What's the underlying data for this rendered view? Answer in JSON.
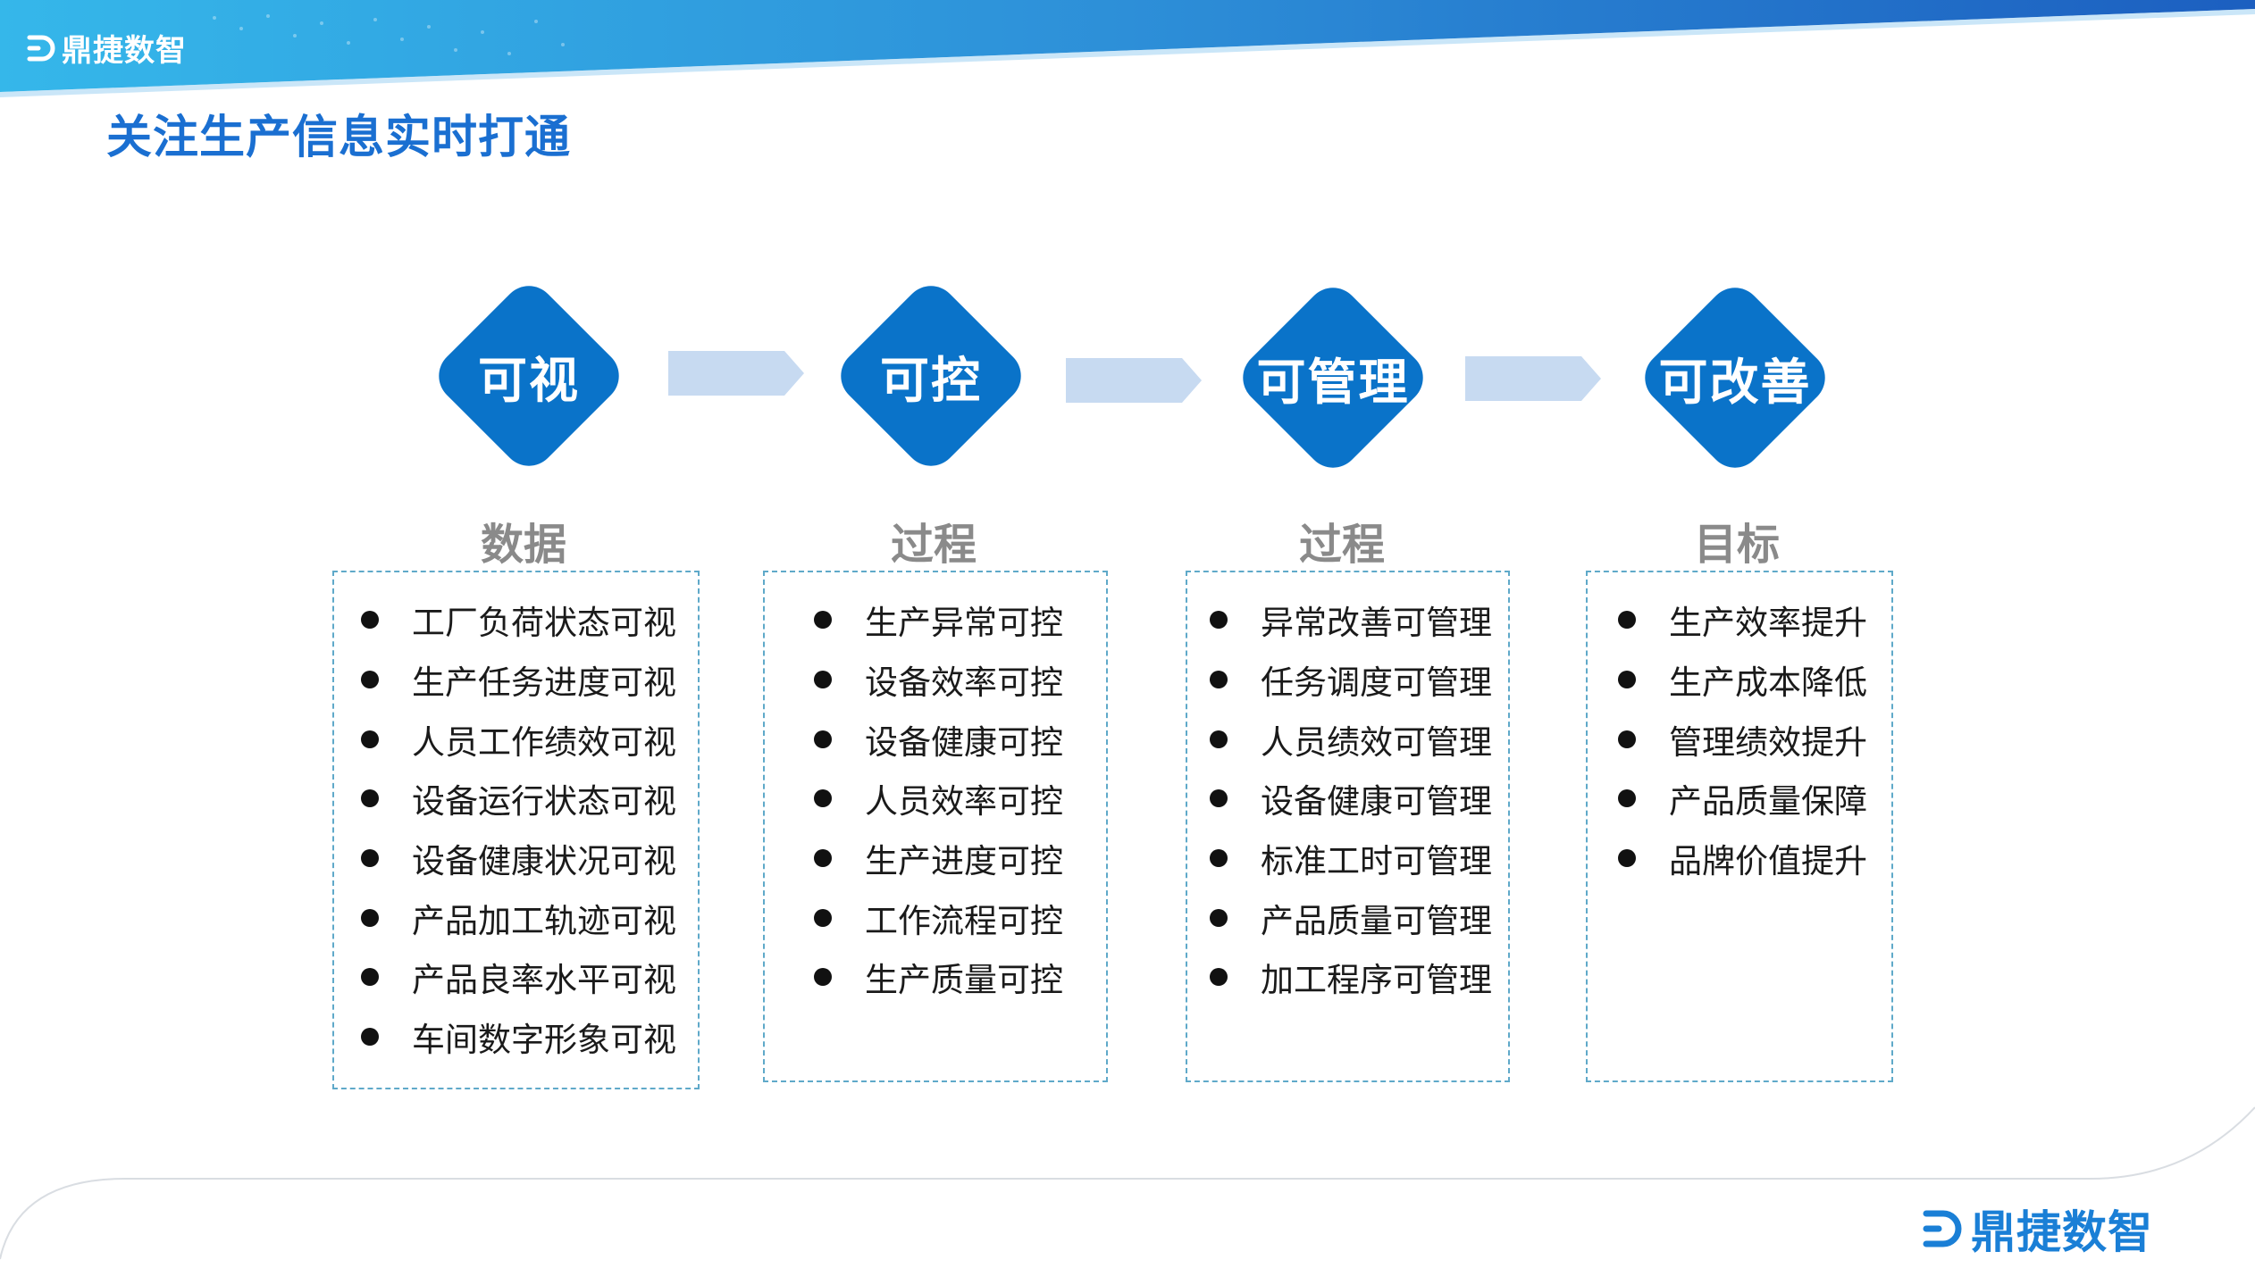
{
  "brand": {
    "name": "鼎捷数智",
    "primary_color": "#0a73c9",
    "accent_color": "#1a6fd1"
  },
  "page": {
    "title": "关注生产信息实时打通"
  },
  "stages": [
    {
      "label": "可视",
      "category": "数据",
      "items": [
        "工厂负荷状态可视",
        "生产任务进度可视",
        "人员工作绩效可视",
        "设备运行状态可视",
        "设备健康状况可视",
        "产品加工轨迹可视",
        "产品良率水平可视",
        "车间数字形象可视"
      ]
    },
    {
      "label": "可控",
      "category": "过程",
      "items": [
        "生产异常可控",
        "设备效率可控",
        "设备健康可控",
        "人员效率可控",
        "生产进度可控",
        "工作流程可控",
        "生产质量可控"
      ]
    },
    {
      "label": "可管理",
      "category": "过程",
      "items": [
        "异常改善可管理",
        "任务调度可管理",
        "人员绩效可管理",
        "设备健康可管理",
        "标准工时可管理",
        "产品质量可管理",
        "加工程序可管理"
      ]
    },
    {
      "label": "可改善",
      "category": "目标",
      "items": [
        "生产效率提升",
        "生产成本降低",
        "管理绩效提升",
        "产品质量保障",
        "品牌价值提升"
      ]
    }
  ]
}
